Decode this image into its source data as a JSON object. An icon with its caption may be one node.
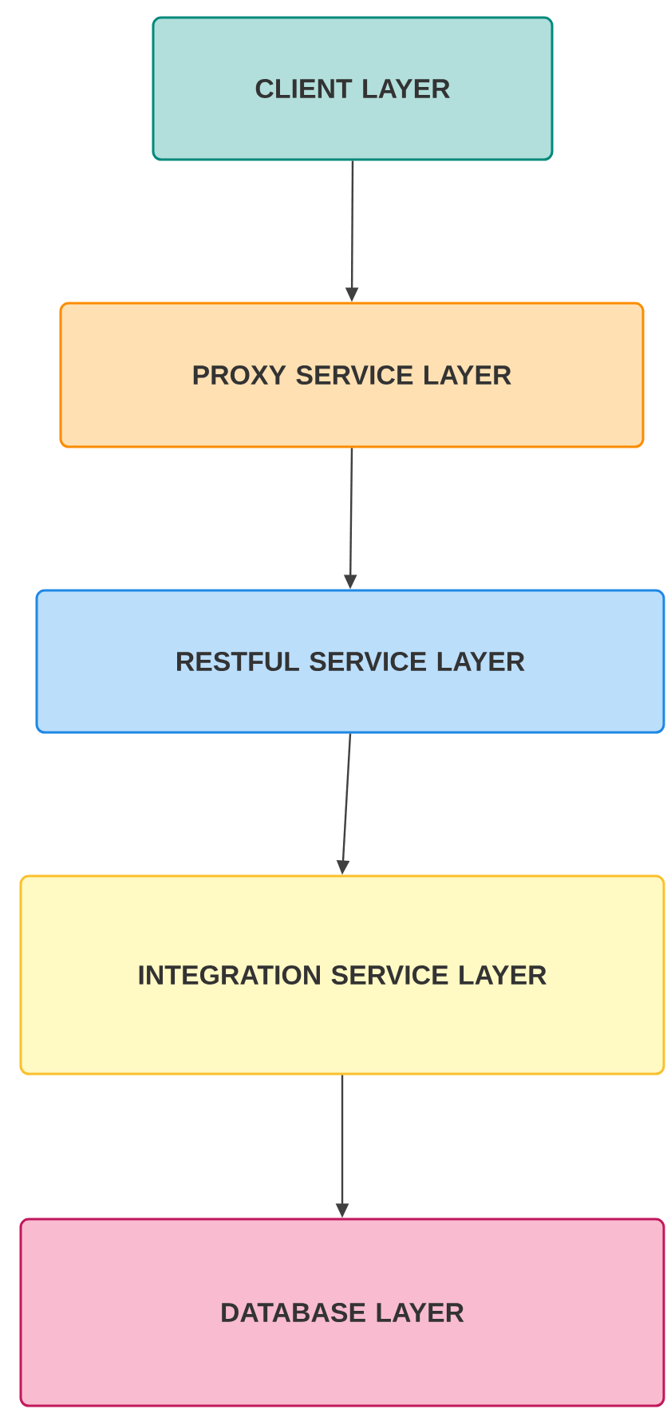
{
  "diagram": {
    "nodes": [
      {
        "text": [
          "CLIENT LAYER"
        ]
      },
      {
        "text": [
          "PROXY SERVICE LAYER"
        ]
      },
      {
        "text": [
          "RESTFUL SERVICE LAYER"
        ]
      },
      {
        "text": [
          "INTEGRATION SERVICE LAYER"
        ]
      },
      {
        "text": [
          "DATABASE LAYER"
        ]
      }
    ],
    "edges": [
      {
        "from": 0,
        "to": 1,
        "arrow": "to"
      },
      {
        "from": 1,
        "to": 2,
        "arrow": "to"
      },
      {
        "from": 2,
        "to": 3,
        "arrow": "to"
      },
      {
        "from": 3,
        "to": 4,
        "arrow": "to"
      }
    ]
  }
}
